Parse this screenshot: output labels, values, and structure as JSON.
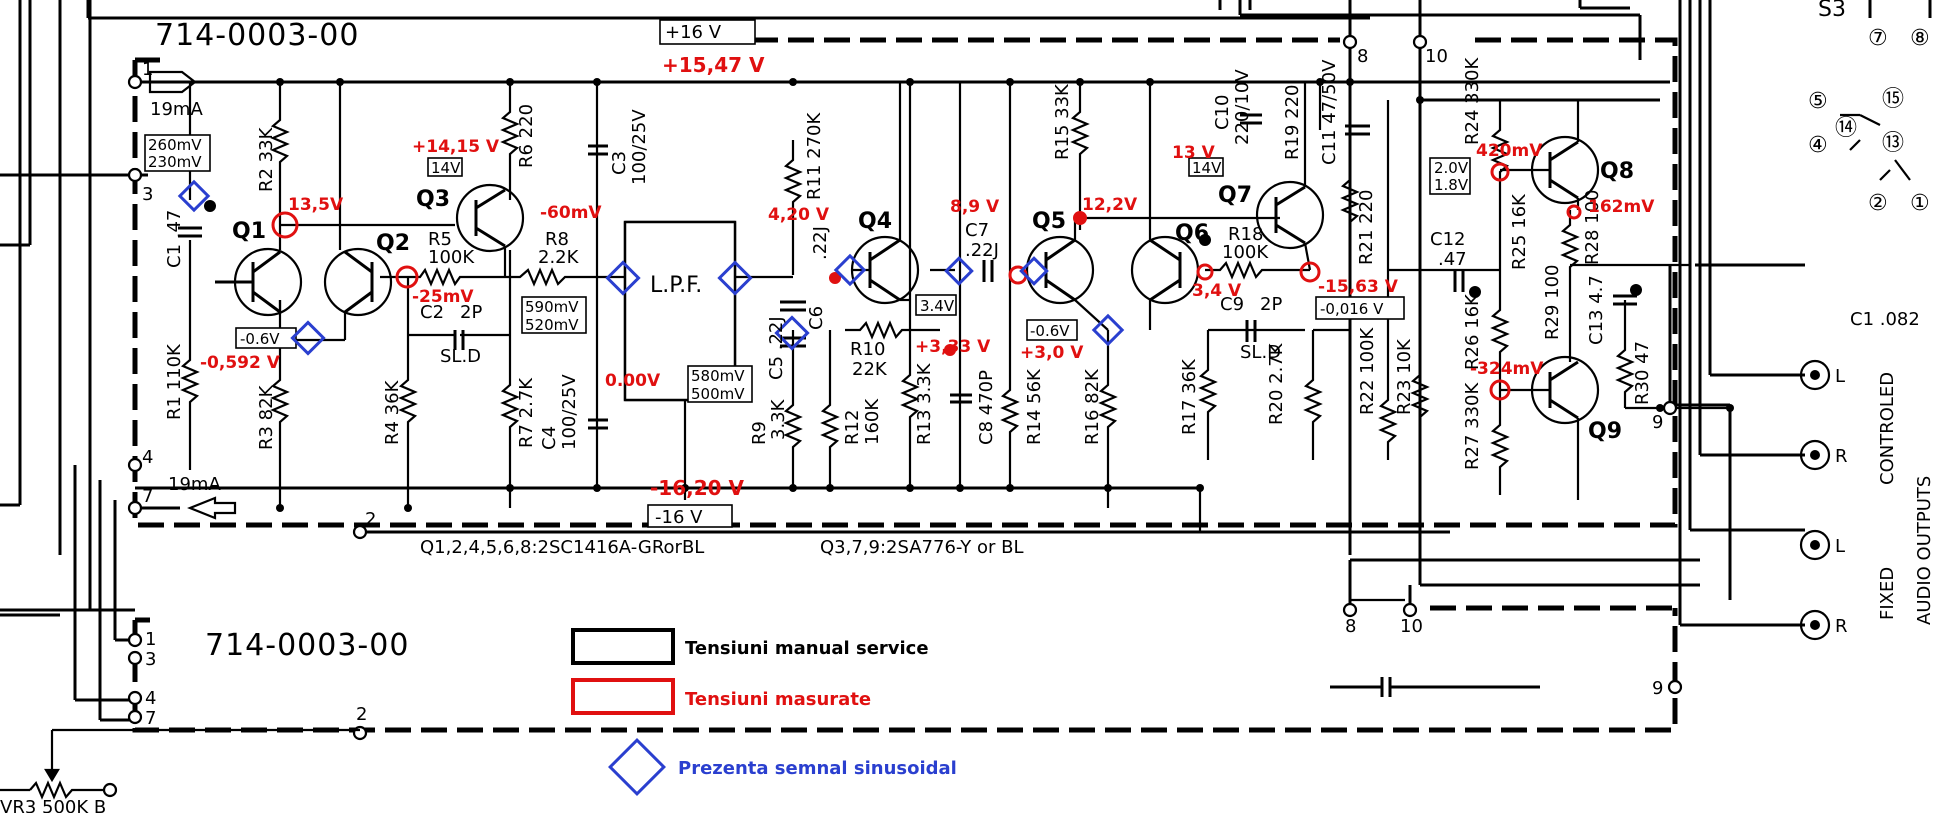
{
  "board": {
    "part_number_top": "714-0003-00",
    "part_number_bottom": "714-0003-00",
    "supply_pos_manual": "+16 V",
    "supply_pos_measured": "+15,47 V",
    "supply_neg_manual": "-16 V",
    "supply_neg_measured": "-16,20 V",
    "current_top": "19mA",
    "current_bottom": "19mA",
    "transistor_note_npn": "Q1,2,4,5,6,8:2SC1416A-GRorBL",
    "transistor_note_pnp": "Q3,7,9:2SA776-Y or BL",
    "switch_name": "S3",
    "filter_block": "L.P.F.",
    "pot": "VR3 500K B",
    "outputs_title": "AUDIO OUTPUTS",
    "outputs_controled": "CONTROLED",
    "outputs_fixed": "FIXED",
    "out_L": "L",
    "out_R": "R",
    "c1_out": "C1 .082"
  },
  "pins": {
    "p1": "1",
    "p2": "2",
    "p3": "3",
    "p4": "4",
    "p7": "7",
    "p8": "8",
    "p9": "9",
    "p10": "10",
    "s3_7": "⑦",
    "s3_8": "⑧",
    "s3_5": "⑤",
    "s3_14": "⑭",
    "s3_15": "⑮",
    "s3_4": "④",
    "s3_13": "⑬",
    "s3_2": "②",
    "s3_1": "①"
  },
  "transistors": {
    "q1": "Q1",
    "q2": "Q2",
    "q3": "Q3",
    "q4": "Q4",
    "q5": "Q5",
    "q6": "Q6",
    "q7": "Q7",
    "q8": "Q8",
    "q9": "Q9"
  },
  "components": {
    "r1": "R1 110K",
    "r2": "R2 33K",
    "r3": "R3 82K",
    "r4": "R4 36K",
    "r5": "R5",
    "r5v": "100K",
    "r6": "R6 220",
    "r7": "R7 2.7K",
    "r8": "R8",
    "r8v": "2.2K",
    "r9": "R9",
    "r9v": "3.3K",
    "r10": "R10",
    "r10v": "22K",
    "r11": "R11 270K",
    "r12": "R12",
    "r12v": "160K",
    "r13": "R13 3.3K",
    "r14": "R14 56K",
    "r15": "R15 33K",
    "r16": "R16 82K",
    "r17": "R17 36K",
    "r18": "R18",
    "r18v": "100K",
    "r19": "R19 220",
    "r20": "R20 2.7K",
    "r21": "R21 220",
    "r22": "R22 100K",
    "r23": "R23 10K",
    "r24": "R24 330K",
    "r25": "R25 16K",
    "r26": "R26 16K",
    "r27": "R27 330K",
    "r28": "R28 100",
    "r29": "R29 100",
    "r30": "R30 47",
    "c1": "C1 .47",
    "c2": "C2",
    "c2v": "2P",
    "c3": "C3",
    "c3v": "100/25V",
    "c4": "C4",
    "c4v": "100/25V",
    "c5": "C5 .22J",
    "c6": "C6",
    "c6v": ".22J",
    "c7": "C7",
    "c7v": ".22J",
    "c8": "C8 470P",
    "c9": "C9",
    "c9v": "2P",
    "c10": "C10",
    "c10v": "220/10V",
    "c11": "C11 47/50V",
    "c12": "C12",
    "c12v": ".47",
    "c13": "C13 4.7",
    "sld": "SL.D"
  },
  "manual_voltages": {
    "q1_base_a": "260mV",
    "q1_base_b": "230mV",
    "q3_e": "14V",
    "r8_a": "590mV",
    "r8_b": "520mV",
    "lpf_a": "580mV",
    "lpf_b": "500mV",
    "q2_e": "-0.6V",
    "q4_e": "3.4V",
    "q5_e": "-0.6V",
    "q7_e": "14V",
    "q7_c": "-0,016 V",
    "q8_a": "2.0V",
    "q8_b": "1.8V"
  },
  "measured_voltages": {
    "q3_emitter": "+14,15 V",
    "q1_collector": "13,5V",
    "q2_emitter": "-25mV",
    "r8": "-60mV",
    "q2_base": "-0,592 V",
    "lpf_out": "0.00V",
    "q4_base": "4,20 V",
    "q4_emitter": "+3,33 V",
    "q5_base": "8,9 V",
    "q5_collector": "12,2V",
    "q5_emitter": "+3,0 V",
    "q7_emitter": "13 V",
    "q6_base": "3,4 V",
    "q7_collector": "-15,63 V",
    "q8_base": "420mV",
    "q8_emitter": "162mV",
    "q9_base": "-324mV"
  },
  "legend": {
    "manual": "Tensiuni manual service",
    "measured": "Tensiuni masurate",
    "signal": "Prezenta semnal sinusoidal"
  },
  "colors": {
    "measured": "#e01010",
    "signal": "#2a3fcf",
    "wire": "#000000"
  }
}
